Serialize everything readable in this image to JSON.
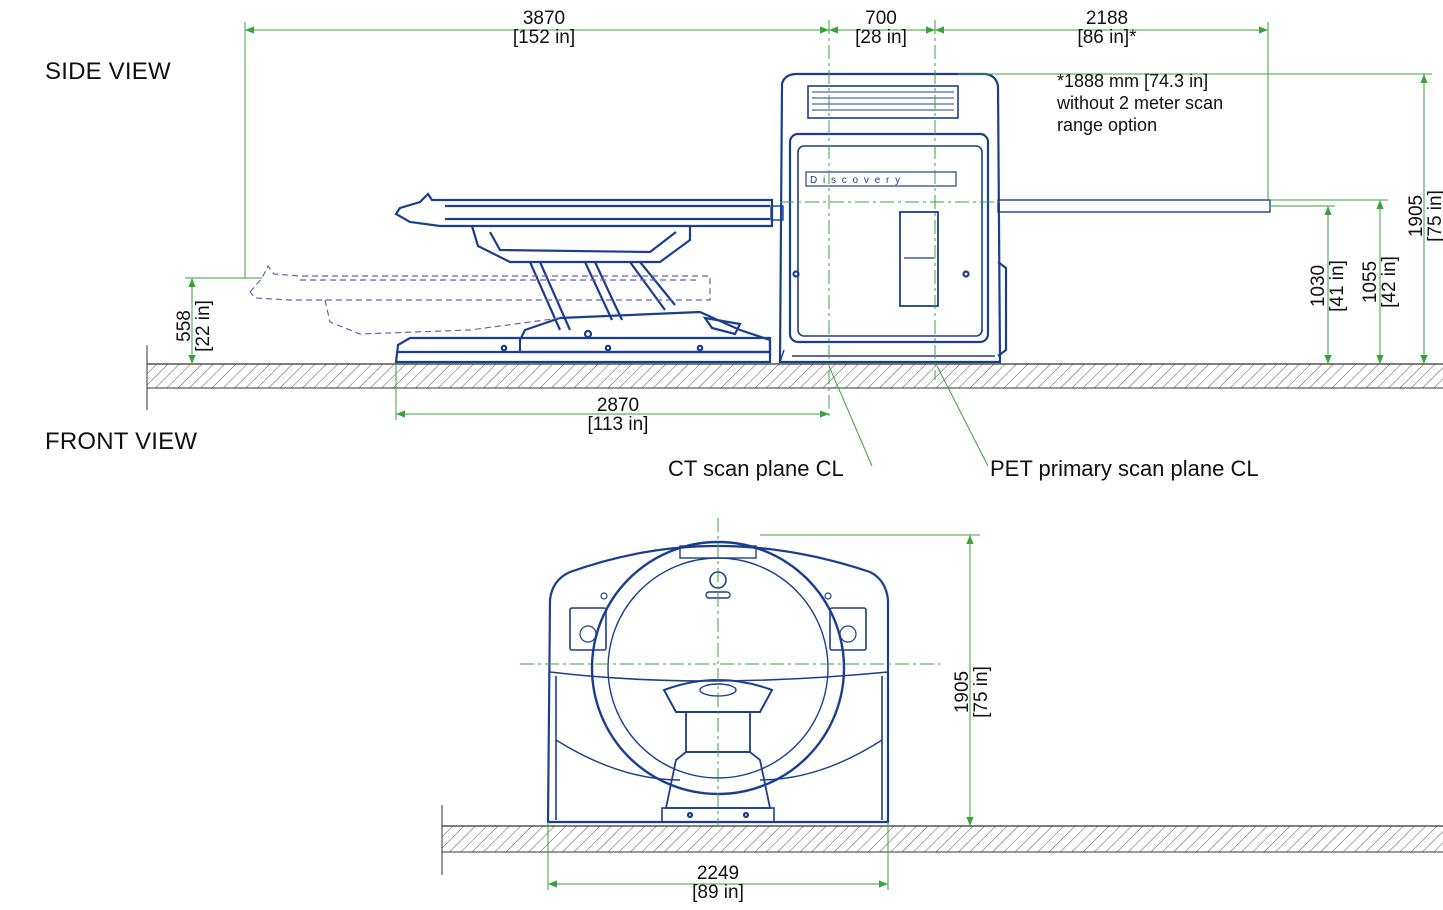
{
  "views": {
    "side_title": "SIDE VIEW",
    "front_title": "FRONT VIEW"
  },
  "side": {
    "dims": {
      "overall_length": {
        "mm": "3870",
        "in": "[152 in]"
      },
      "scan_plane_gap": {
        "mm": "700",
        "in": "[28 in]"
      },
      "table_extension": {
        "mm": "2188",
        "in": "[86 in]*"
      },
      "base_length": {
        "mm": "2870",
        "in": "[113 in]"
      },
      "low_table_height": {
        "mm": "558",
        "in": "[22 in]"
      },
      "table_height_a": {
        "mm": "1030",
        "in": "[41 in]"
      },
      "table_height_b": {
        "mm": "1055",
        "in": "[42 in]"
      },
      "gantry_height": {
        "mm": "1905",
        "in": "[75 in]"
      }
    },
    "footnote": [
      "*1888 mm [74.3 in]",
      "without 2 meter scan",
      "range option"
    ],
    "gantry_brand": "D  i  s  c  o  v  e  r  y",
    "ct_label": "CT scan plane CL",
    "pet_label": "PET primary scan plane CL"
  },
  "front": {
    "dims": {
      "height": {
        "mm": "1905",
        "in": "[75 in]"
      },
      "width": {
        "mm": "2249",
        "in": "[89 in]"
      }
    }
  },
  "colors": {
    "equipment": "#1a3f8f",
    "dimension": "#3aa23a",
    "hatch": "#555555",
    "text": "#111111"
  }
}
